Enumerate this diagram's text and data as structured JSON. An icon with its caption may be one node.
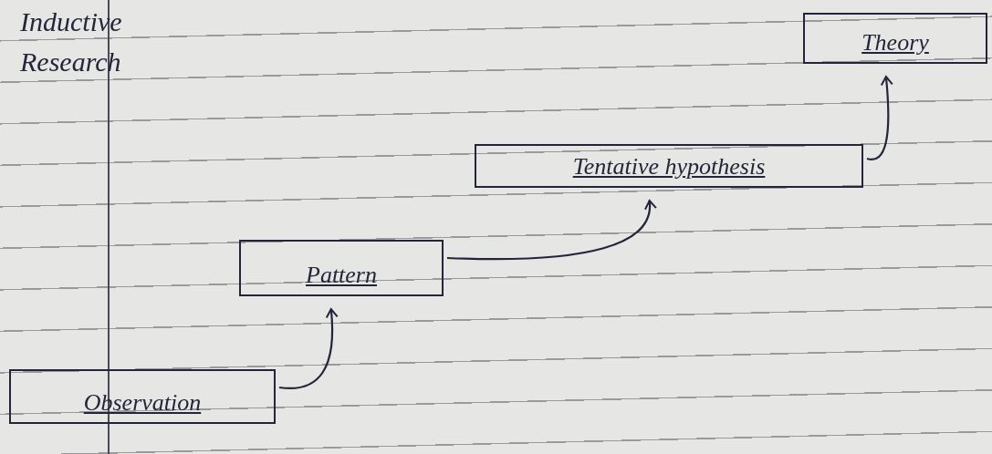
{
  "diagram": {
    "title": "Inductive Research",
    "nodes": [
      {
        "text": [
          "Observation"
        ]
      },
      {
        "text": [
          "Pattern"
        ]
      },
      {
        "text": [
          "Tentative hypothesis"
        ]
      },
      {
        "text": [
          "Theory"
        ]
      }
    ],
    "edges": [
      {
        "from": 0,
        "to": 1,
        "arrow": "to"
      },
      {
        "from": 1,
        "to": 2,
        "arrow": "to"
      },
      {
        "from": 2,
        "to": 3,
        "arrow": "to"
      }
    ]
  }
}
